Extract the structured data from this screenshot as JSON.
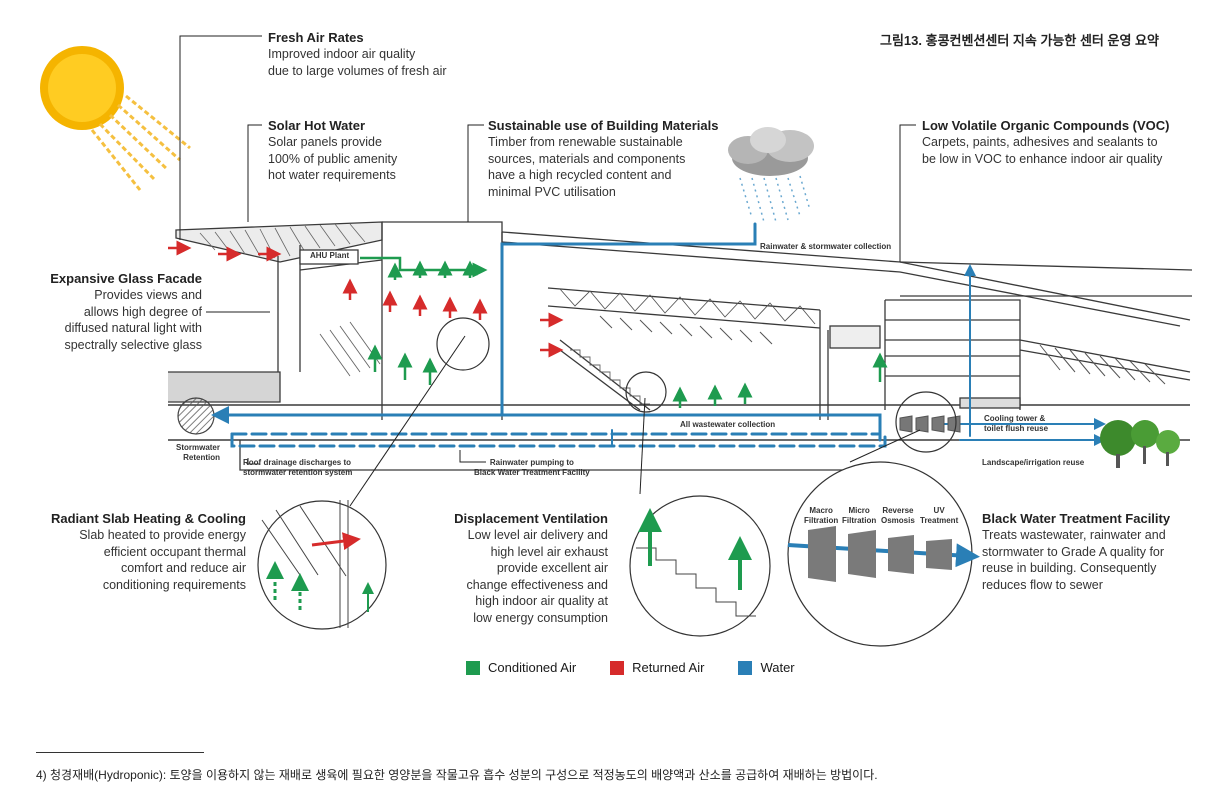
{
  "figure_title": "그림13. 홍콩컨벤션센터 지속 가능한 센터 운영 요약",
  "callouts": {
    "fresh_air": {
      "title": "Fresh Air Rates",
      "body": "Improved indoor air quality\ndue to large volumes of fresh air"
    },
    "solar": {
      "title": "Solar Hot Water",
      "body": "Solar panels provide\n100% of public amenity\nhot water requirements"
    },
    "materials": {
      "title": "Sustainable use of Building Materials",
      "body": "Timber from renewable sustainable\nsources, materials and components\nhave a high recycled content and\nminimal PVC utilisation"
    },
    "voc": {
      "title": "Low Volatile Organic Compounds (VOC)",
      "body": "Carpets, paints, adhesives and sealants to\nbe low in VOC to enhance indoor air quality"
    },
    "glass": {
      "title": "Expansive Glass Facade",
      "body": "Provides views and\nallows high degree of\ndiffused natural light with\nspectrally selective glass"
    },
    "radiant": {
      "title": "Radiant Slab Heating & Cooling",
      "body": "Slab heated to provide energy\nefficient occupant thermal\ncomfort and reduce air\nconditioning requirements"
    },
    "displacement": {
      "title": "Displacement Ventilation",
      "body": "Low level air delivery and\nhigh level air exhaust\nprovide excellent air\nchange effectiveness and\nhigh indoor air quality at\nlow energy consumption"
    },
    "blackwater": {
      "title": "Black Water Treatment Facility",
      "body": "Treats wastewater, rainwater and\nstormwater to Grade A quality for\nreuse in building. Consequently\nreduces flow to sewer"
    }
  },
  "labels": {
    "ahu": "AHU Plant",
    "rainwater_collection": "Rainwater & stormwater collection",
    "all_wastewater": "All wastewater collection",
    "cooling_tower": "Cooling tower &\ntoilet flush reuse",
    "landscape": "Landscape/irrigation reuse",
    "stormwater_retention": "Stormwater\nRetention",
    "roof_drainage": "Roof drainage discharges to\nstormwater retention system",
    "rainwater_pumping": "Rainwater pumping to\nBlack Water Treatment Facility",
    "macro": "Macro\nFiltration",
    "micro": "Micro\nFiltration",
    "reverse": "Reverse\nOsmosis",
    "uv": "UV\nTreatment"
  },
  "legend": [
    {
      "label": "Conditioned Air",
      "color": "#1e9b4f"
    },
    {
      "label": "Returned Air",
      "color": "#d62b2b"
    },
    {
      "label": "Water",
      "color": "#2a7fb6"
    }
  ],
  "colors": {
    "green": "#1e9b4f",
    "red": "#d62b2b",
    "blue": "#2a7fb6",
    "structure": "#3a3a3a",
    "sun": "#f5b400"
  },
  "footnote": "4) 청경재배(Hydroponic): 토양을 이용하지 않는 재배로 생육에 필요한 영양분을 작물고유 흡수 성분의 구성으로 적정농도의 배양액과 산소를 공급하여 재배하는 방법이다."
}
